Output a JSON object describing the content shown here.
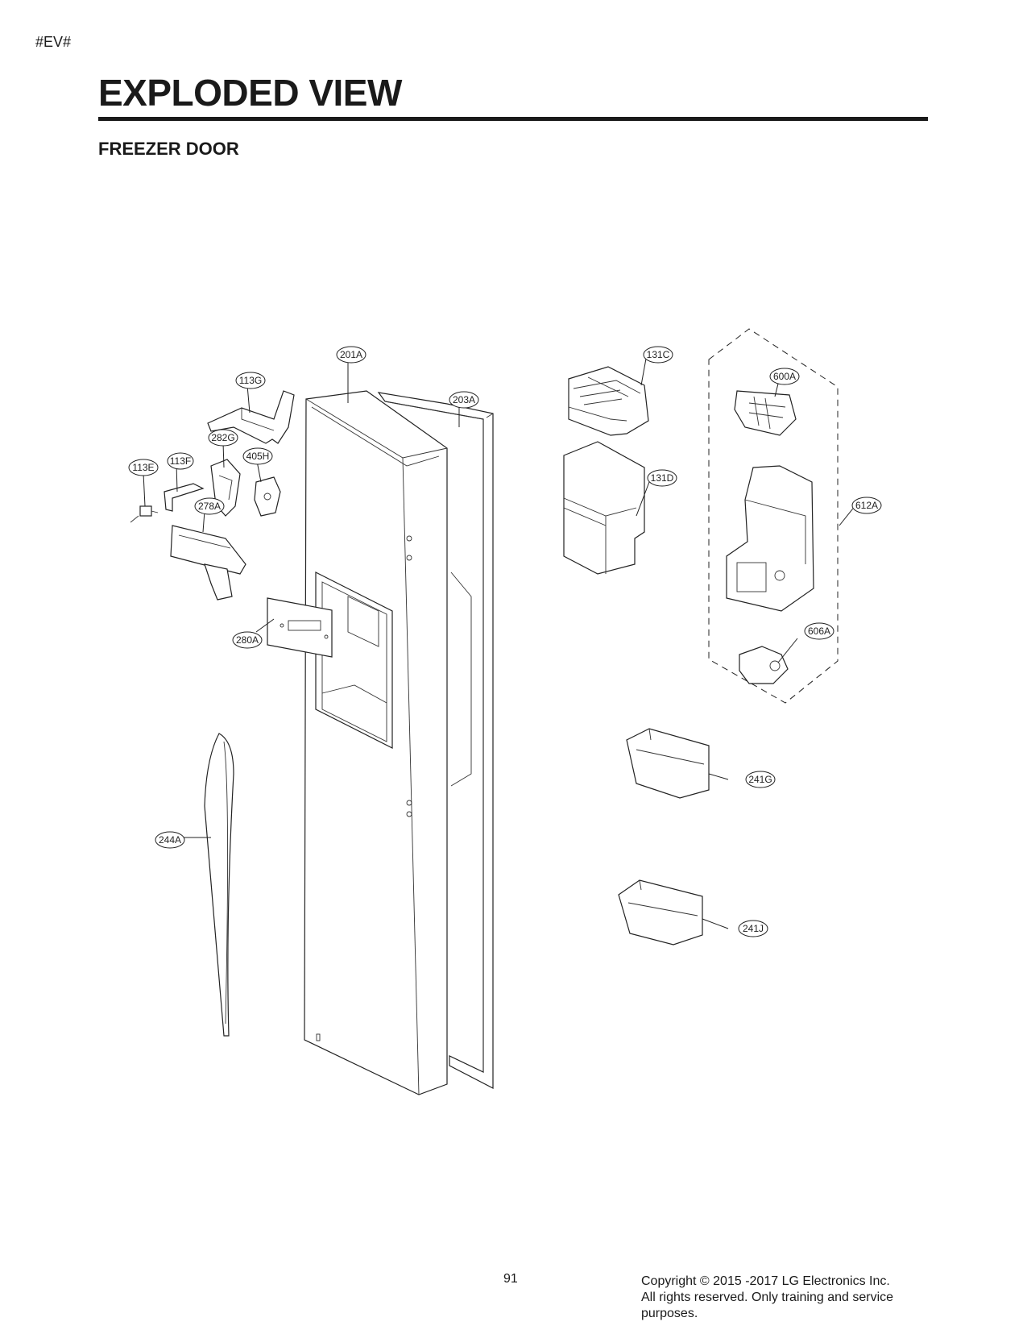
{
  "header": {
    "tag": "#EV#",
    "title": "EXPLODED VIEW",
    "section": "FREEZER DOOR"
  },
  "callouts": [
    {
      "id": "201A"
    },
    {
      "id": "113G"
    },
    {
      "id": "203A"
    },
    {
      "id": "282G"
    },
    {
      "id": "405H"
    },
    {
      "id": "113E"
    },
    {
      "id": "113F"
    },
    {
      "id": "278A"
    },
    {
      "id": "280A"
    },
    {
      "id": "244A"
    },
    {
      "id": "131C"
    },
    {
      "id": "600A"
    },
    {
      "id": "131D"
    },
    {
      "id": "612A"
    },
    {
      "id": "606A"
    },
    {
      "id": "241G"
    },
    {
      "id": "241J"
    }
  ],
  "footer": {
    "page_number": "91",
    "copyright_line1": "Copyright © 2015 -2017 LG Electronics Inc.",
    "copyright_line2": "All rights reserved. Only training and service",
    "copyright_line3": "purposes."
  }
}
